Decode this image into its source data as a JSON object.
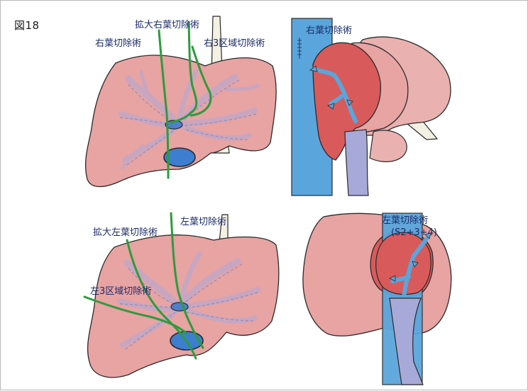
{
  "figure": {
    "label": "図18"
  },
  "panels": {
    "top_left": {
      "labels": {
        "extended_right": "拡大右葉切除術",
        "right_lobe": "右葉切除術",
        "right_trisection": "右3区域切除術"
      }
    },
    "top_right": {
      "labels": {
        "right_lobe": "右葉切除術"
      }
    },
    "bottom_left": {
      "labels": {
        "extended_left": "拡大左葉切除術",
        "left_lobe": "左葉切除術",
        "left_trisection": "左3区域切除術"
      }
    },
    "bottom_right": {
      "labels": {
        "left_lobe": "左葉切除術",
        "segments": "(S2+3+4)"
      }
    }
  },
  "colors": {
    "liver": "#e8a3a3",
    "liver_light": "#eab1b1",
    "liver_outline": "#2a2a2a",
    "resected": "#d95a5a",
    "portal": "#c8a6c0",
    "vena_cava": "#5aa6dc",
    "vessel": "#a7a9d8",
    "ligament": "#f3f0e4",
    "cut_line": "#2e9b3e",
    "label_text": "#1c2c6a"
  }
}
